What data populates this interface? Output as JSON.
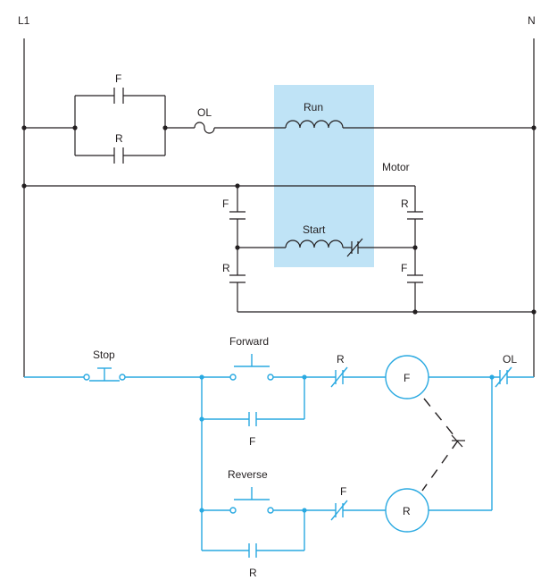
{
  "colors": {
    "power_wire": "#231f20",
    "control_wire": "#29a9e1",
    "motor_highlight": "#bfe3f6",
    "background": "#ffffff"
  },
  "power_circuit": {
    "line_label": "L1",
    "neutral_label": "N",
    "motor_label": "Motor",
    "contact_f_upper": "F",
    "contact_r_upper": "R",
    "overload_label": "OL",
    "run_winding_label": "Run",
    "start_winding_label": "Start",
    "start_left_top": "F",
    "start_left_bottom": "R",
    "start_right_top": "R",
    "start_right_bottom": "F"
  },
  "control_circuit": {
    "stop_label": "Stop",
    "forward_label": "Forward",
    "reverse_label": "Reverse",
    "forward_interlock_label": "R",
    "reverse_interlock_label": "F",
    "forward_coil_label": "F",
    "reverse_coil_label": "R",
    "forward_seal_label": "F",
    "reverse_seal_label": "R",
    "overload_label": "OL"
  }
}
